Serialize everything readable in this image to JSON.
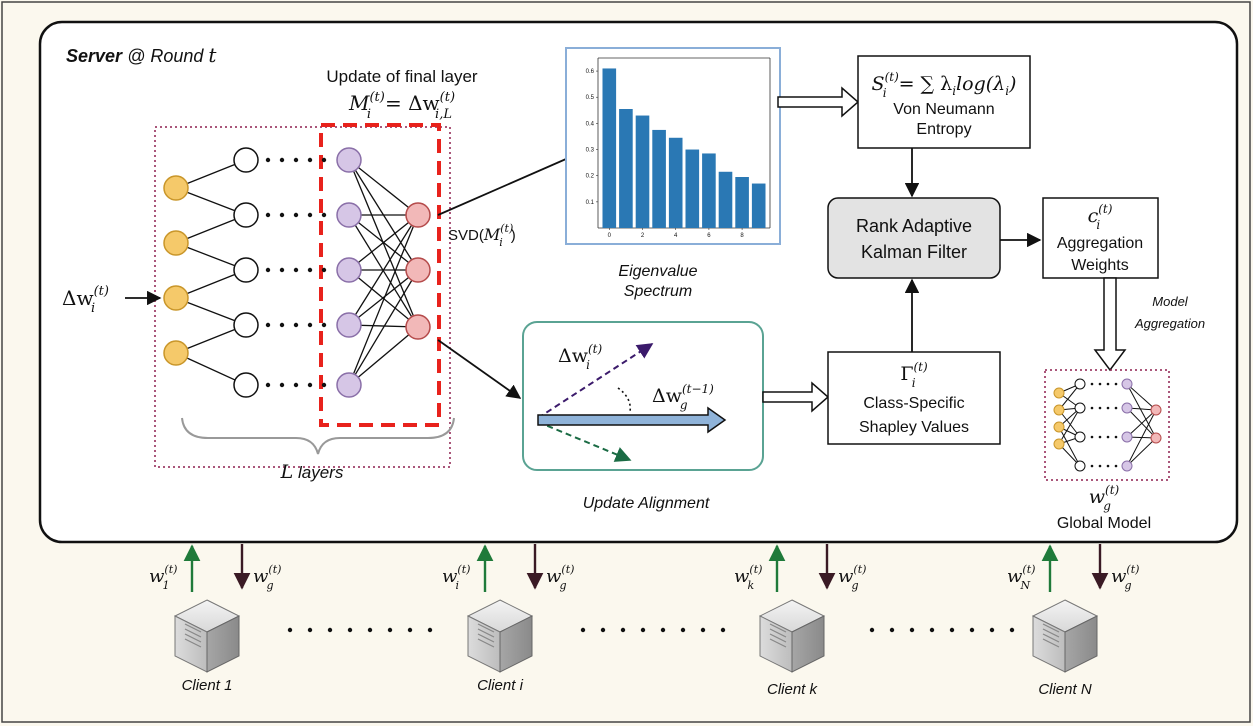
{
  "server": {
    "label_bold": "Server",
    "label_rest": " @ Round ",
    "round_var": "t"
  },
  "nn": {
    "title": "Update of final layer",
    "formula_lhs": "M",
    "formula_sup": "(t)",
    "formula_sub_lhs": "i",
    "formula_rhs": "= Δw",
    "formula_rhs_sub": "i,L",
    "formula_rhs_sup": "(t)",
    "input_delta": "Δw",
    "input_sub": "i",
    "input_sup": "(t)",
    "layers_var": "L",
    "layers_label": " layers"
  },
  "svd": {
    "prefix": "SVD(",
    "var": "M",
    "sub": "i",
    "sup": "(t)",
    "suffix": ")"
  },
  "eigen": {
    "caption_line1": "Eigenvalue",
    "caption_line2": "Spectrum"
  },
  "entropy": {
    "formula": "S",
    "sub": "i",
    "sup": "(t)",
    "rhs": "= ∑ λ",
    "rhs_sub": "i",
    "rhs_tail": "log(λ",
    "rhs_tail_sub": "i",
    "close": ")",
    "line1": "Von Neumann",
    "line2": "Entropy"
  },
  "kalman": {
    "line1": "Rank Adaptive",
    "line2": "Kalman Filter"
  },
  "weights": {
    "var": "c",
    "sub": "i",
    "sup": "(t)",
    "line1": "Aggregation",
    "line2": "Weights"
  },
  "model_agg": {
    "line1": "Model",
    "line2": "Aggregation"
  },
  "alignment": {
    "caption": "Update Alignment",
    "v1": "Δw",
    "v1_sub": "i",
    "v1_sup": "(t)",
    "v2": "Δw",
    "v2_sub": "g",
    "v2_sup": "(t−1)"
  },
  "shapley": {
    "var": "Γ",
    "sub": "i",
    "sup": "(t)",
    "line1": "Class-Specific",
    "line2": "Shapley Values"
  },
  "global": {
    "var": "w",
    "sub": "g",
    "sup": "(t)",
    "label": "Global Model"
  },
  "clients": [
    {
      "label": "Client 1",
      "up_sub": "1",
      "down_sub": "g"
    },
    {
      "label": "Client i",
      "up_sub": "i",
      "down_sub": "g"
    },
    {
      "label": "Client k",
      "up_sub": "k",
      "down_sub": "g"
    },
    {
      "label": "Client N",
      "up_sub": "N",
      "down_sub": "g"
    }
  ],
  "client_var": "w",
  "client_sup": "(t)",
  "colors": {
    "bars": "#2a78b4",
    "input_node": "#f5c96a",
    "hidden_node": "#d6c6e6",
    "output_node": "#f2b8b8",
    "dashed_box": "#e8221c",
    "up_arrow": "#1f7a3a",
    "down_arrow": "#3a1a24"
  },
  "chart_data": {
    "type": "bar",
    "categories": [
      "0",
      "1",
      "2",
      "3",
      "4",
      "5",
      "6",
      "7",
      "8",
      "9"
    ],
    "values": [
      0.61,
      0.455,
      0.43,
      0.375,
      0.345,
      0.3,
      0.285,
      0.215,
      0.195,
      0.17
    ],
    "xticks": [
      "0",
      "2",
      "4",
      "6",
      "8"
    ],
    "yticks": [
      "0.1",
      "0.2",
      "0.3",
      "0.4",
      "0.5",
      "0.6"
    ],
    "ylim": [
      0,
      0.65
    ]
  }
}
